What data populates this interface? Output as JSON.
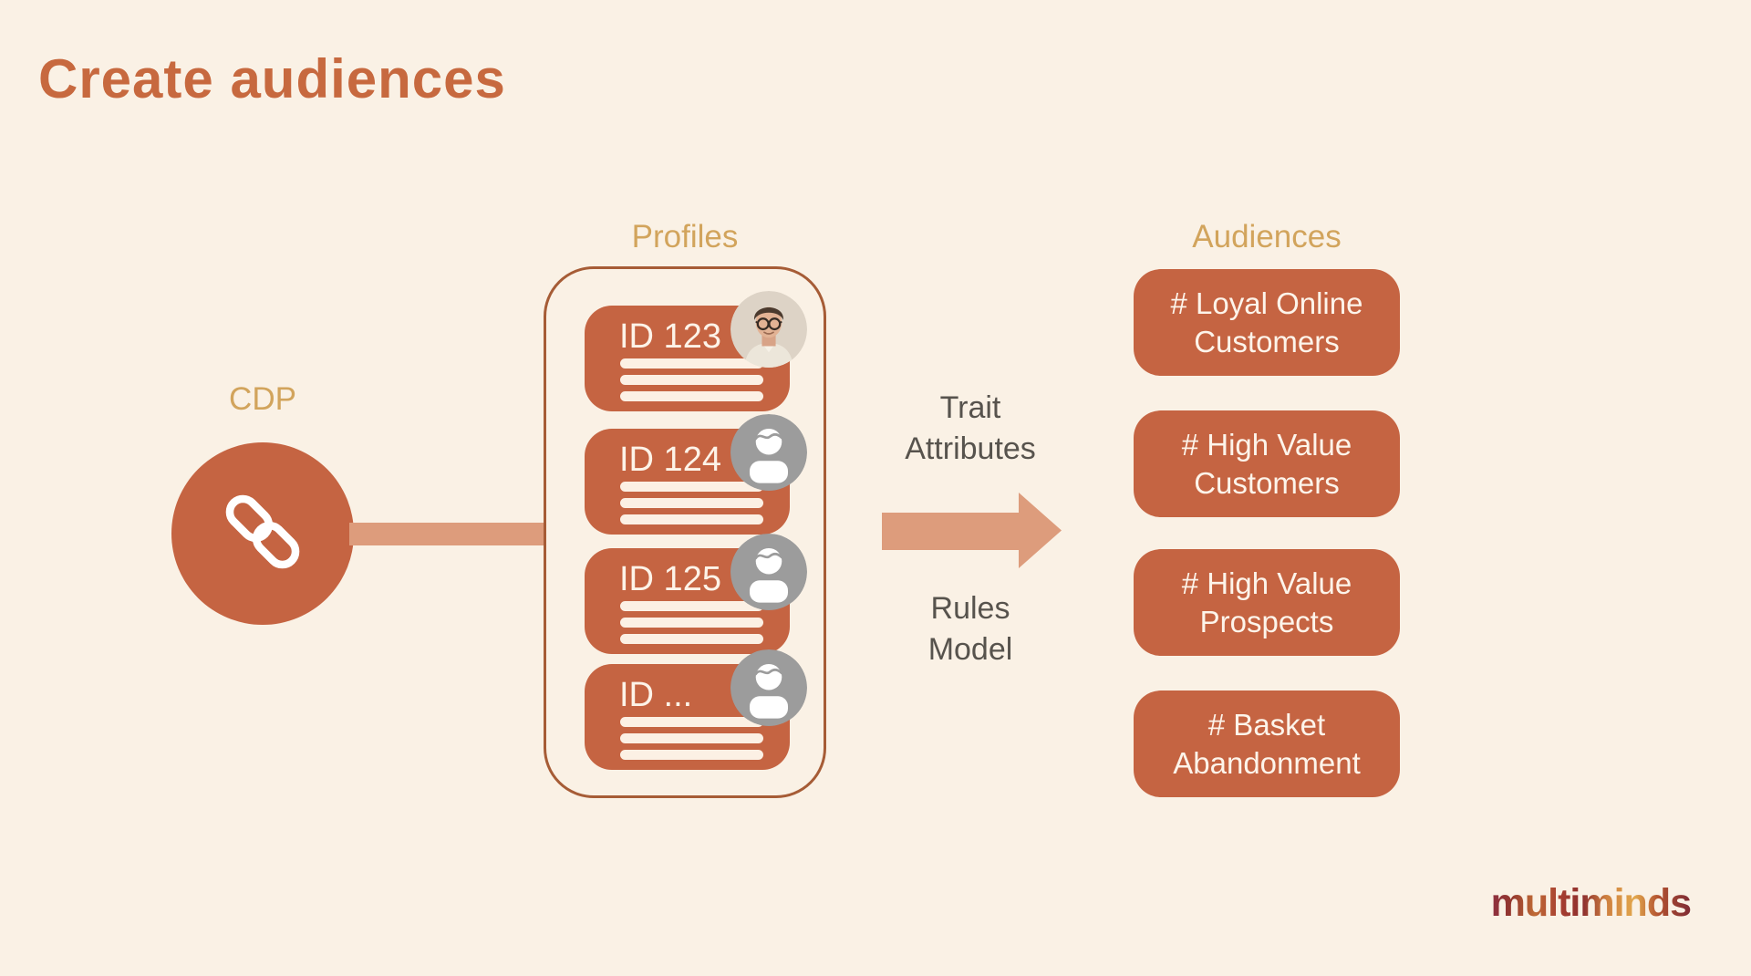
{
  "colors": {
    "background": "#faf1e5",
    "primary_orange": "#c56442",
    "salmon_connector": "#dd9c7c",
    "gold_label": "#d2a45c",
    "dark_text": "#57534d",
    "container_border": "#a65c36",
    "avatar_gray": "#9c9c9c",
    "text_on_orange": "#fdf3e8"
  },
  "title": "Create audiences",
  "cdp": {
    "label": "CDP",
    "icon": "chain-link-icon"
  },
  "profiles": {
    "label": "Profiles",
    "cards": [
      {
        "id": "ID 123",
        "avatar": "male-photo-avatar",
        "detail_lines": 3
      },
      {
        "id": "ID 124",
        "avatar": "person-silhouette-icon",
        "detail_lines": 3
      },
      {
        "id": "ID 125",
        "avatar": "person-silhouette-icon",
        "detail_lines": 3
      },
      {
        "id": "ID ...",
        "avatar": "person-silhouette-icon",
        "detail_lines": 3
      }
    ]
  },
  "flow": {
    "label_above_arrow": "Trait\nAttributes",
    "label_below_arrow": "Rules\nModel",
    "arrow_icon": "right-arrow-icon"
  },
  "audiences": {
    "label": "Audiences",
    "items": [
      {
        "label": "# Loyal Online\nCustomers"
      },
      {
        "label": "# High Value\nCustomers"
      },
      {
        "label": "# High Value\nProspects"
      },
      {
        "label": "# Basket\nAbandonment"
      }
    ]
  },
  "footer": {
    "logo": "multiminds"
  }
}
